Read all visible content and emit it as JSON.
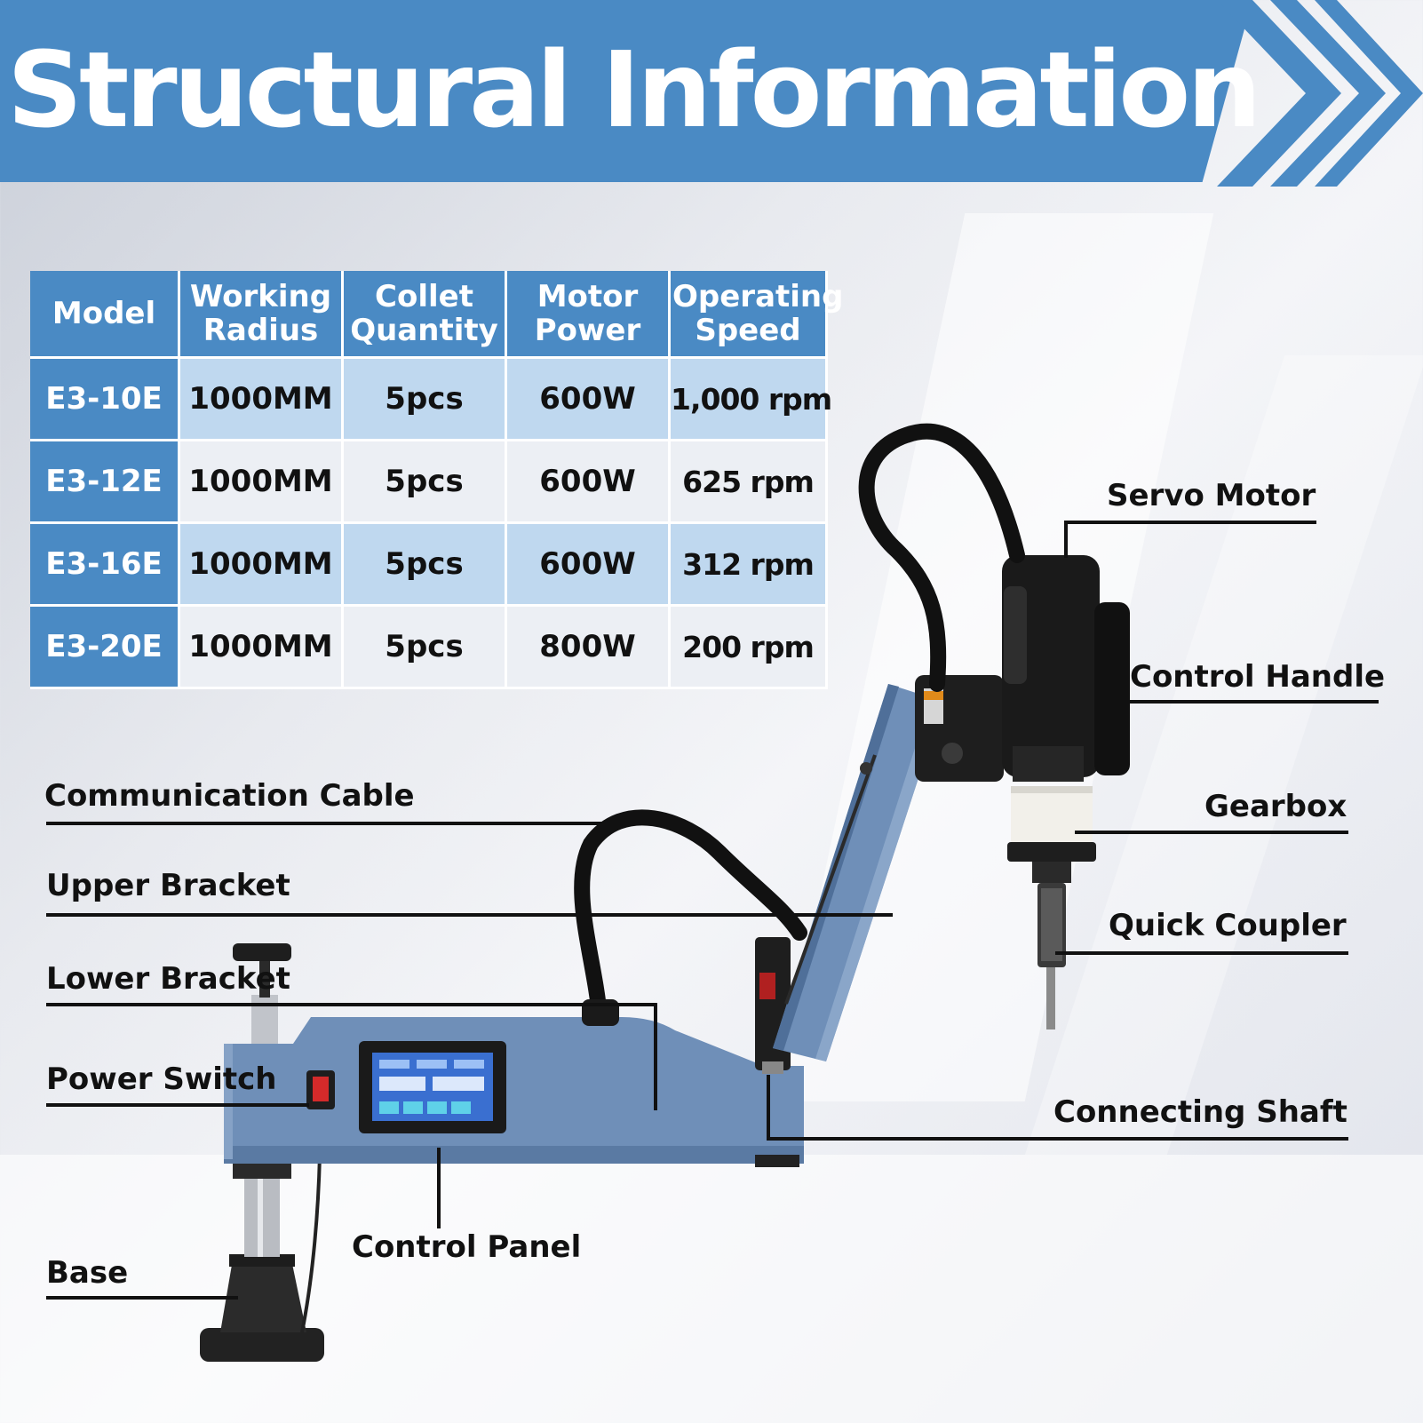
{
  "header": {
    "title": "Structural Information"
  },
  "table": {
    "headers": [
      {
        "line1": "Model",
        "line2": ""
      },
      {
        "line1": "Working",
        "line2": "Radius"
      },
      {
        "line1": "Collet",
        "line2": "Quantity"
      },
      {
        "line1": "Motor",
        "line2": "Power"
      },
      {
        "line1": "Operating",
        "line2": "Speed"
      }
    ],
    "rows": [
      [
        "E3-10E",
        "1000MM",
        "5pcs",
        "600W",
        "1,000 rpm"
      ],
      [
        "E3-12E",
        "1000MM",
        "5pcs",
        "600W",
        "625 rpm"
      ],
      [
        "E3-16E",
        "1000MM",
        "5pcs",
        "600W",
        "312 rpm"
      ],
      [
        "E3-20E",
        "1000MM",
        "5pcs",
        "800W",
        "200 rpm"
      ]
    ]
  },
  "labels": {
    "servo_motor": "Servo Motor",
    "control_handle": "Control Handle",
    "gearbox": "Gearbox",
    "quick_coupler": "Quick Coupler",
    "connecting_shaft": "Connecting Shaft",
    "communication_cable": "Communication Cable",
    "upper_bracket": "Upper Bracket",
    "lower_bracket": "Lower Bracket",
    "power_switch": "Power Switch",
    "control_panel": "Control Panel",
    "base": "Base"
  },
  "colors": {
    "brand_blue": "#4a8ac4",
    "light_blue": "#bfd8ef",
    "machine_blue": "#6f8fb8",
    "dark": "#1a1a1a"
  }
}
